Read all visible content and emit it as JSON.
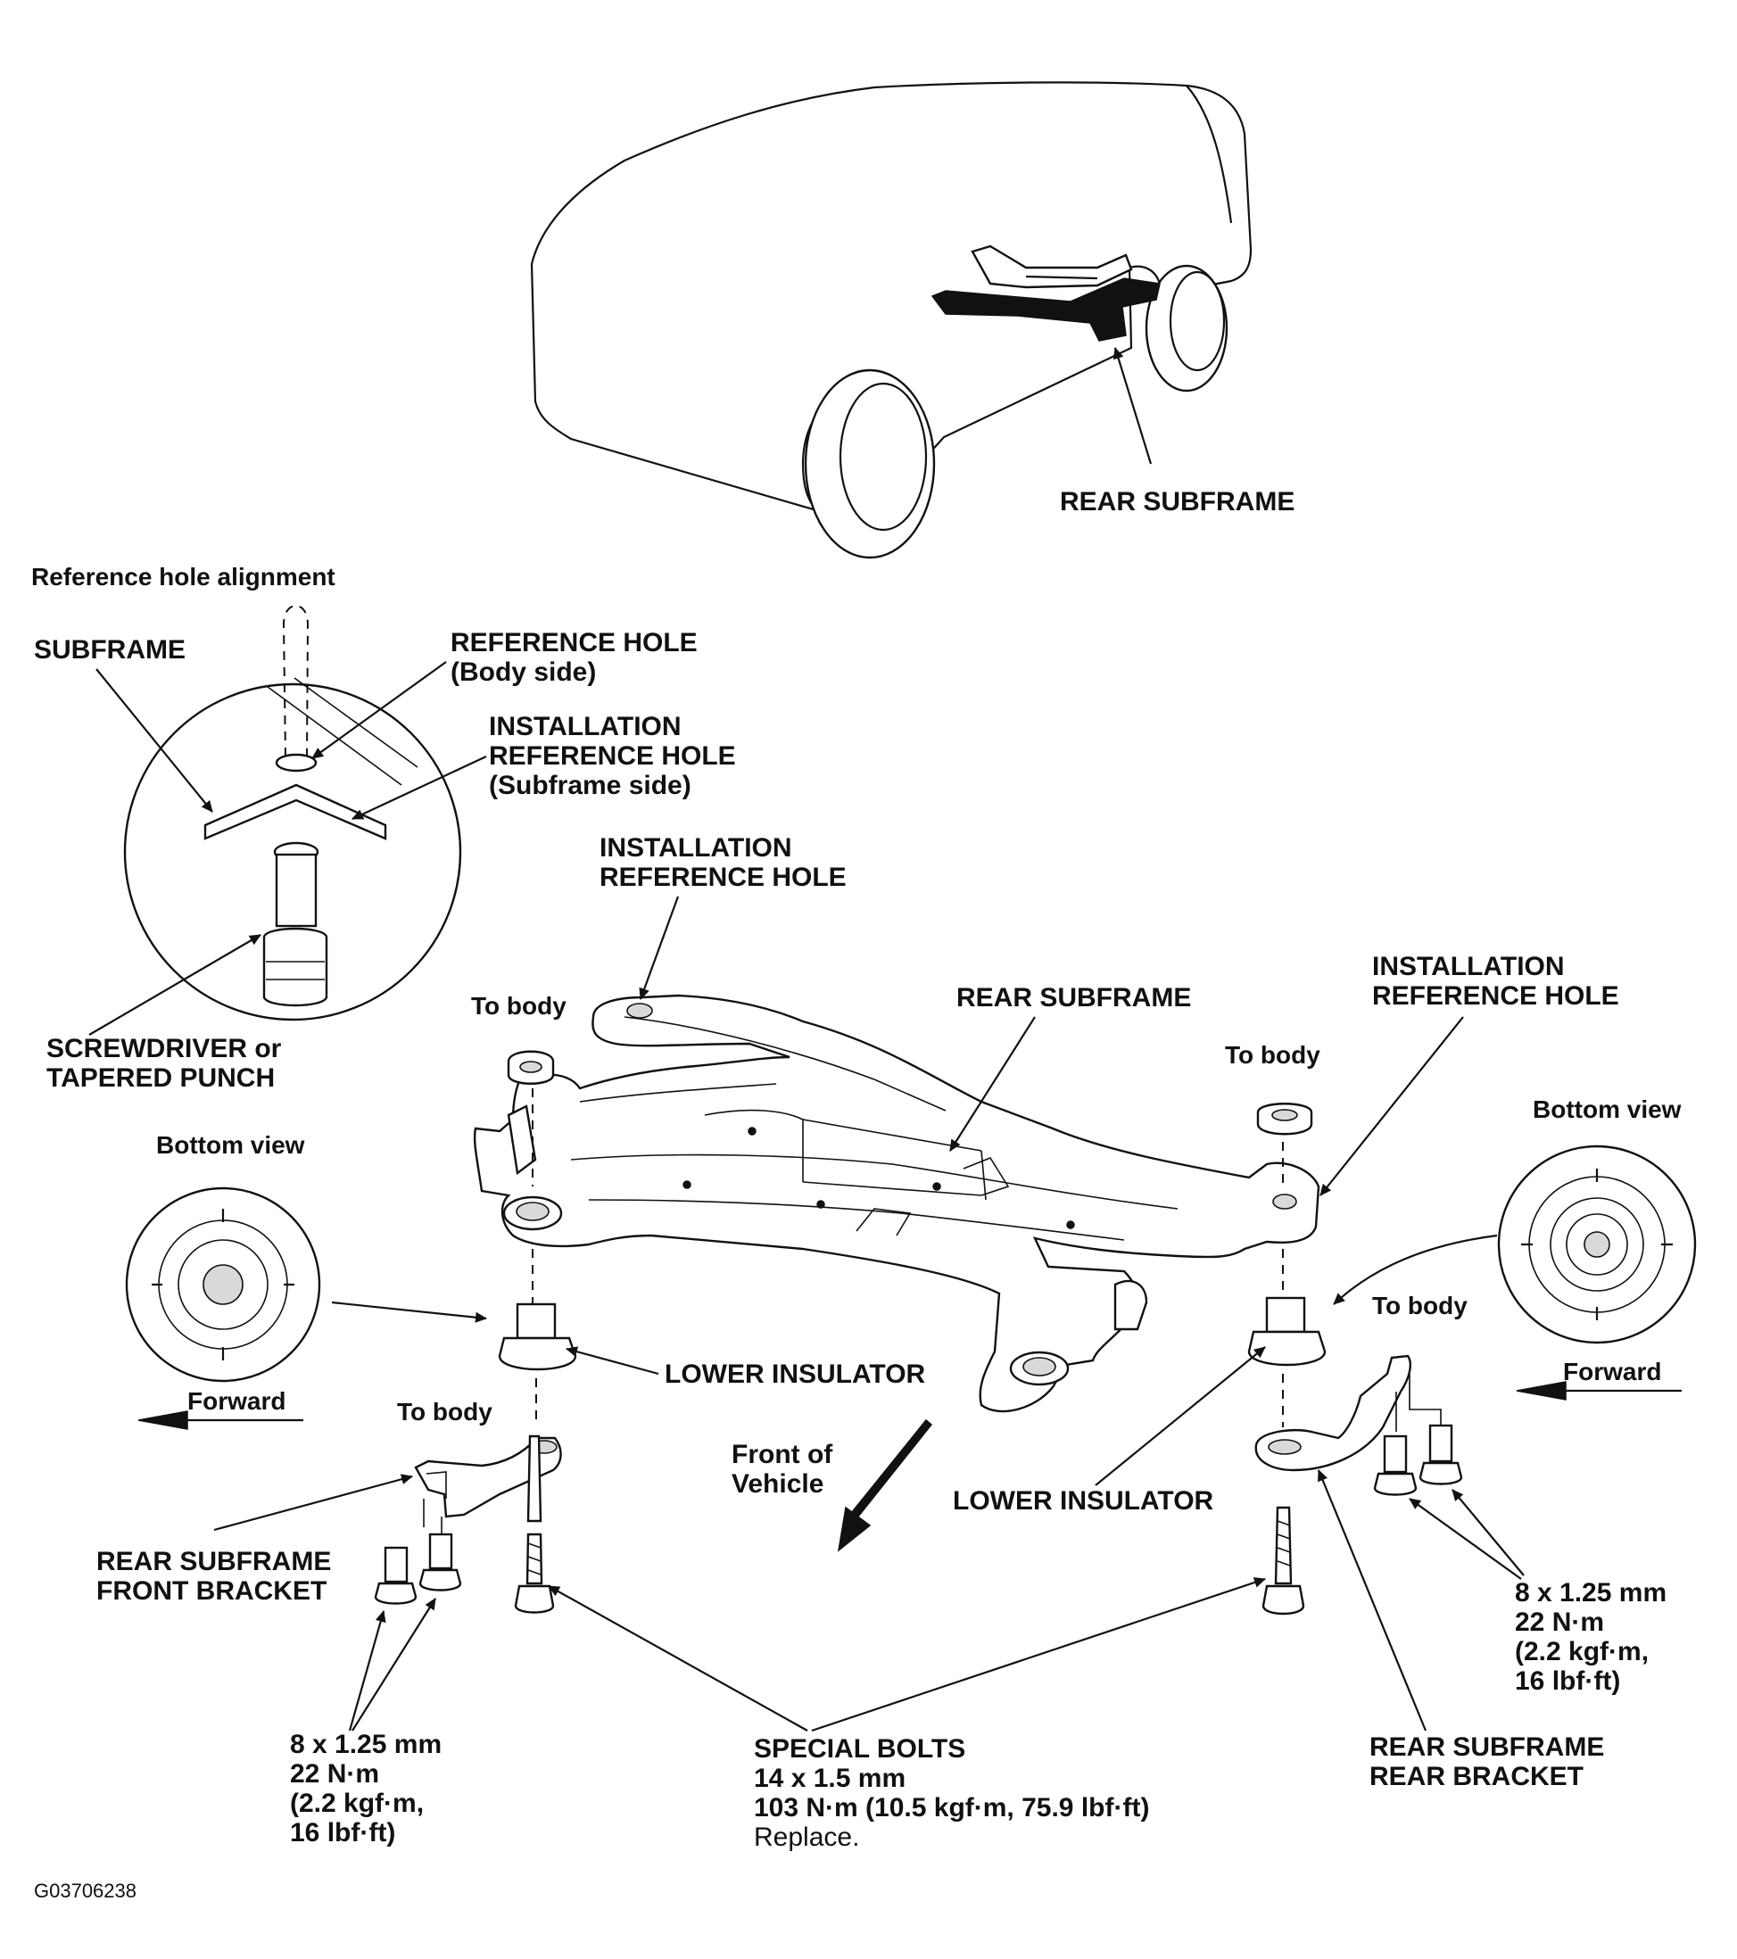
{
  "labels": {
    "rear_subframe_car": "REAR SUBFRAME",
    "ref_hole_alignment": "Reference hole alignment",
    "subframe": "SUBFRAME",
    "reference_hole": [
      "REFERENCE HOLE",
      "(Body side)"
    ],
    "install_ref_hole_detail": [
      "INSTALLATION",
      "REFERENCE HOLE",
      "(Subframe side)"
    ],
    "screwdriver": [
      "SCREWDRIVER or",
      "TAPERED PUNCH"
    ],
    "install_ref_hole_left": [
      "INSTALLATION",
      "REFERENCE HOLE"
    ],
    "install_ref_hole_right": [
      "INSTALLATION",
      "REFERENCE HOLE"
    ],
    "rear_subframe_main": "REAR SUBFRAME",
    "to_body_1": "To body",
    "to_body_2": "To body",
    "to_body_3": "To body",
    "to_body_4": "To body",
    "bottom_view_left": "Bottom view",
    "bottom_view_right": "Bottom view",
    "forward_left": "Forward",
    "forward_right": "Forward",
    "lower_insulator_left": "LOWER INSULATOR",
    "lower_insulator_right": "LOWER INSULATOR",
    "front_of_vehicle": [
      "Front of",
      "Vehicle"
    ],
    "front_bracket": [
      "REAR SUBFRAME",
      "FRONT BRACKET"
    ],
    "rear_bracket": [
      "REAR SUBFRAME",
      "REAR BRACKET"
    ],
    "bolt_spec_left": [
      "8 x 1.25 mm",
      "22 N·m",
      "(2.2 kgf·m,",
      "16 lbf·ft)"
    ],
    "bolt_spec_right": [
      "8 x 1.25 mm",
      "22 N·m",
      "(2.2 kgf·m,",
      "16 lbf·ft)"
    ],
    "special_bolts": [
      "SPECIAL BOLTS",
      "14 x 1.5 mm",
      "103 N·m (10.5 kgf·m, 75.9 lbf·ft)"
    ],
    "replace": "Replace.",
    "figure_id": "G03706238"
  }
}
